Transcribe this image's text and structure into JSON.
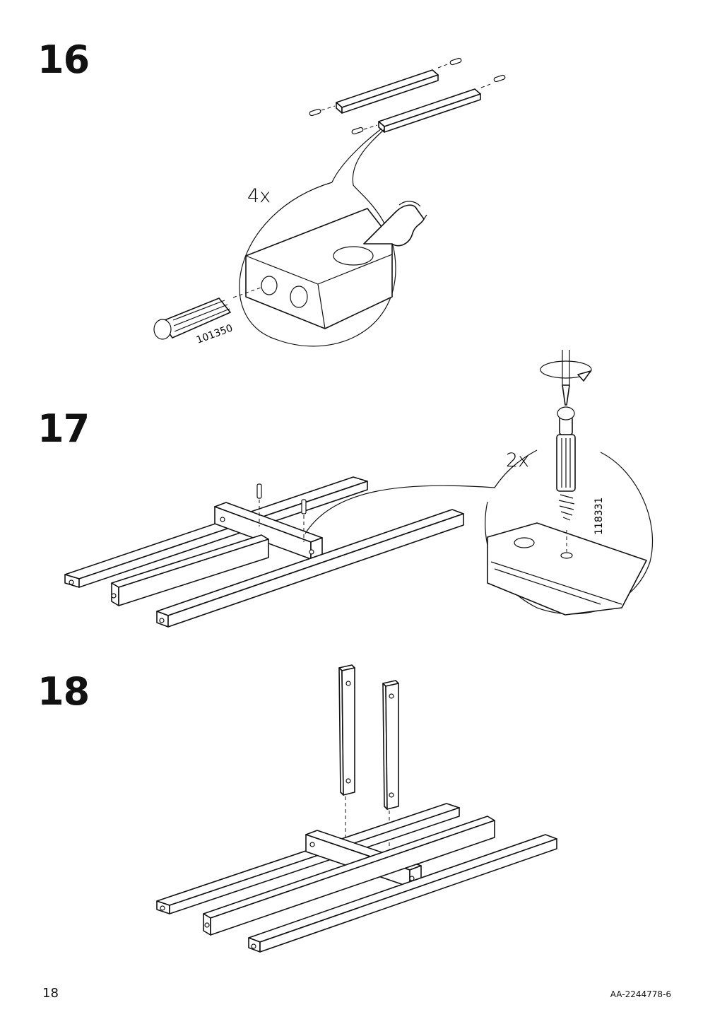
{
  "steps": [
    {
      "number": "16",
      "quantity": "4x",
      "part_number": "101350"
    },
    {
      "number": "17",
      "quantity": "2x",
      "part_number": "118331"
    },
    {
      "number": "18"
    }
  ],
  "footer": {
    "page_number": "18",
    "document_id": "AA-2244778-6"
  }
}
